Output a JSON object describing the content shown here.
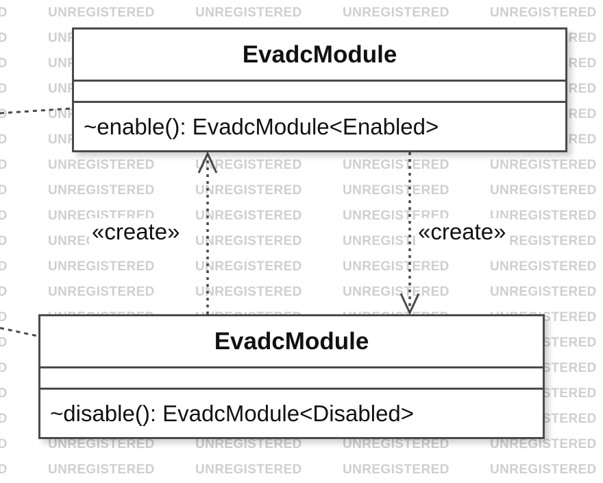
{
  "watermark": {
    "text": "UNREGISTERED"
  },
  "classes": [
    {
      "name": "EvadcModule",
      "attributes": [],
      "operations": [
        "~enable(): EvadcModule<Enabled>"
      ]
    },
    {
      "name": "EvadcModule",
      "attributes": [],
      "operations": [
        "~disable(): EvadcModule<Disabled>"
      ]
    }
  ],
  "relations": [
    {
      "type": "dependency",
      "from": "class-disabled",
      "to": "class-enabled",
      "stereotype": "«create»"
    },
    {
      "type": "dependency",
      "from": "class-enabled",
      "to": "class-disabled",
      "stereotype": "«create»"
    }
  ],
  "colors": {
    "line": "#4a4a4a",
    "text": "#111111",
    "watermark": "#cfcfcf",
    "background": "#ffffff"
  }
}
